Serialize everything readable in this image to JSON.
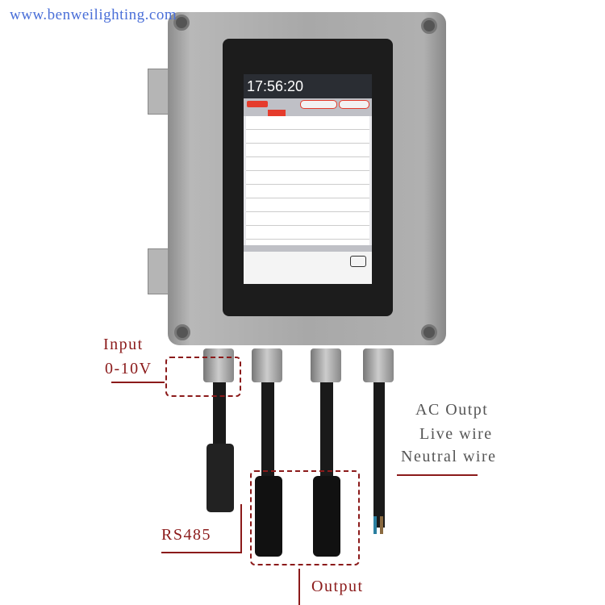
{
  "watermark": "www.benweilighting.com",
  "screen": {
    "time": "17:56:20"
  },
  "labels": {
    "input": "Input",
    "input_range": "0-10V",
    "ac_output": "AC Outpt",
    "live": "Live wire",
    "neutral": "Neutral wire",
    "rs485": "RS485",
    "output": "Output"
  },
  "colors": {
    "annotation": "#8b1a1a",
    "watermark": "#4a6fd8",
    "enclosure": "#a8a8a8"
  }
}
